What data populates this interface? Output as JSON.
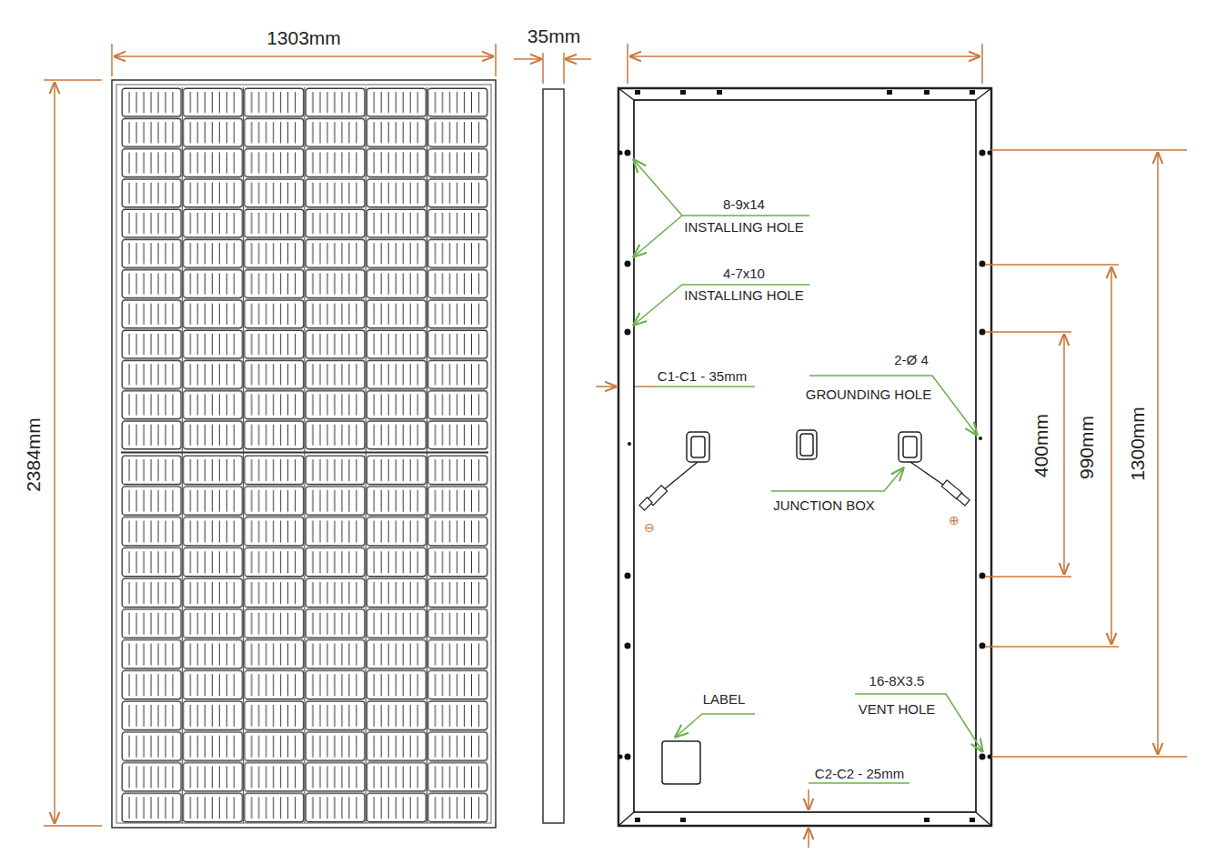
{
  "diagram": {
    "labels": [
      "1303mm",
      "35mm",
      "2384mm",
      "8-9x14",
      "INSTALLING HOLE",
      "4-7x10",
      "INSTALLING HOLE",
      "C1-C1 - 35mm",
      "2-Ø 4",
      "GROUNDING HOLE",
      "JUNCTION BOX",
      "⊖",
      "⊕",
      "400mm",
      "990mm",
      "1300mm",
      "LABEL",
      "16-8X3.5",
      "VENT HOLE",
      "C2-C2 - 25mm"
    ]
  }
}
